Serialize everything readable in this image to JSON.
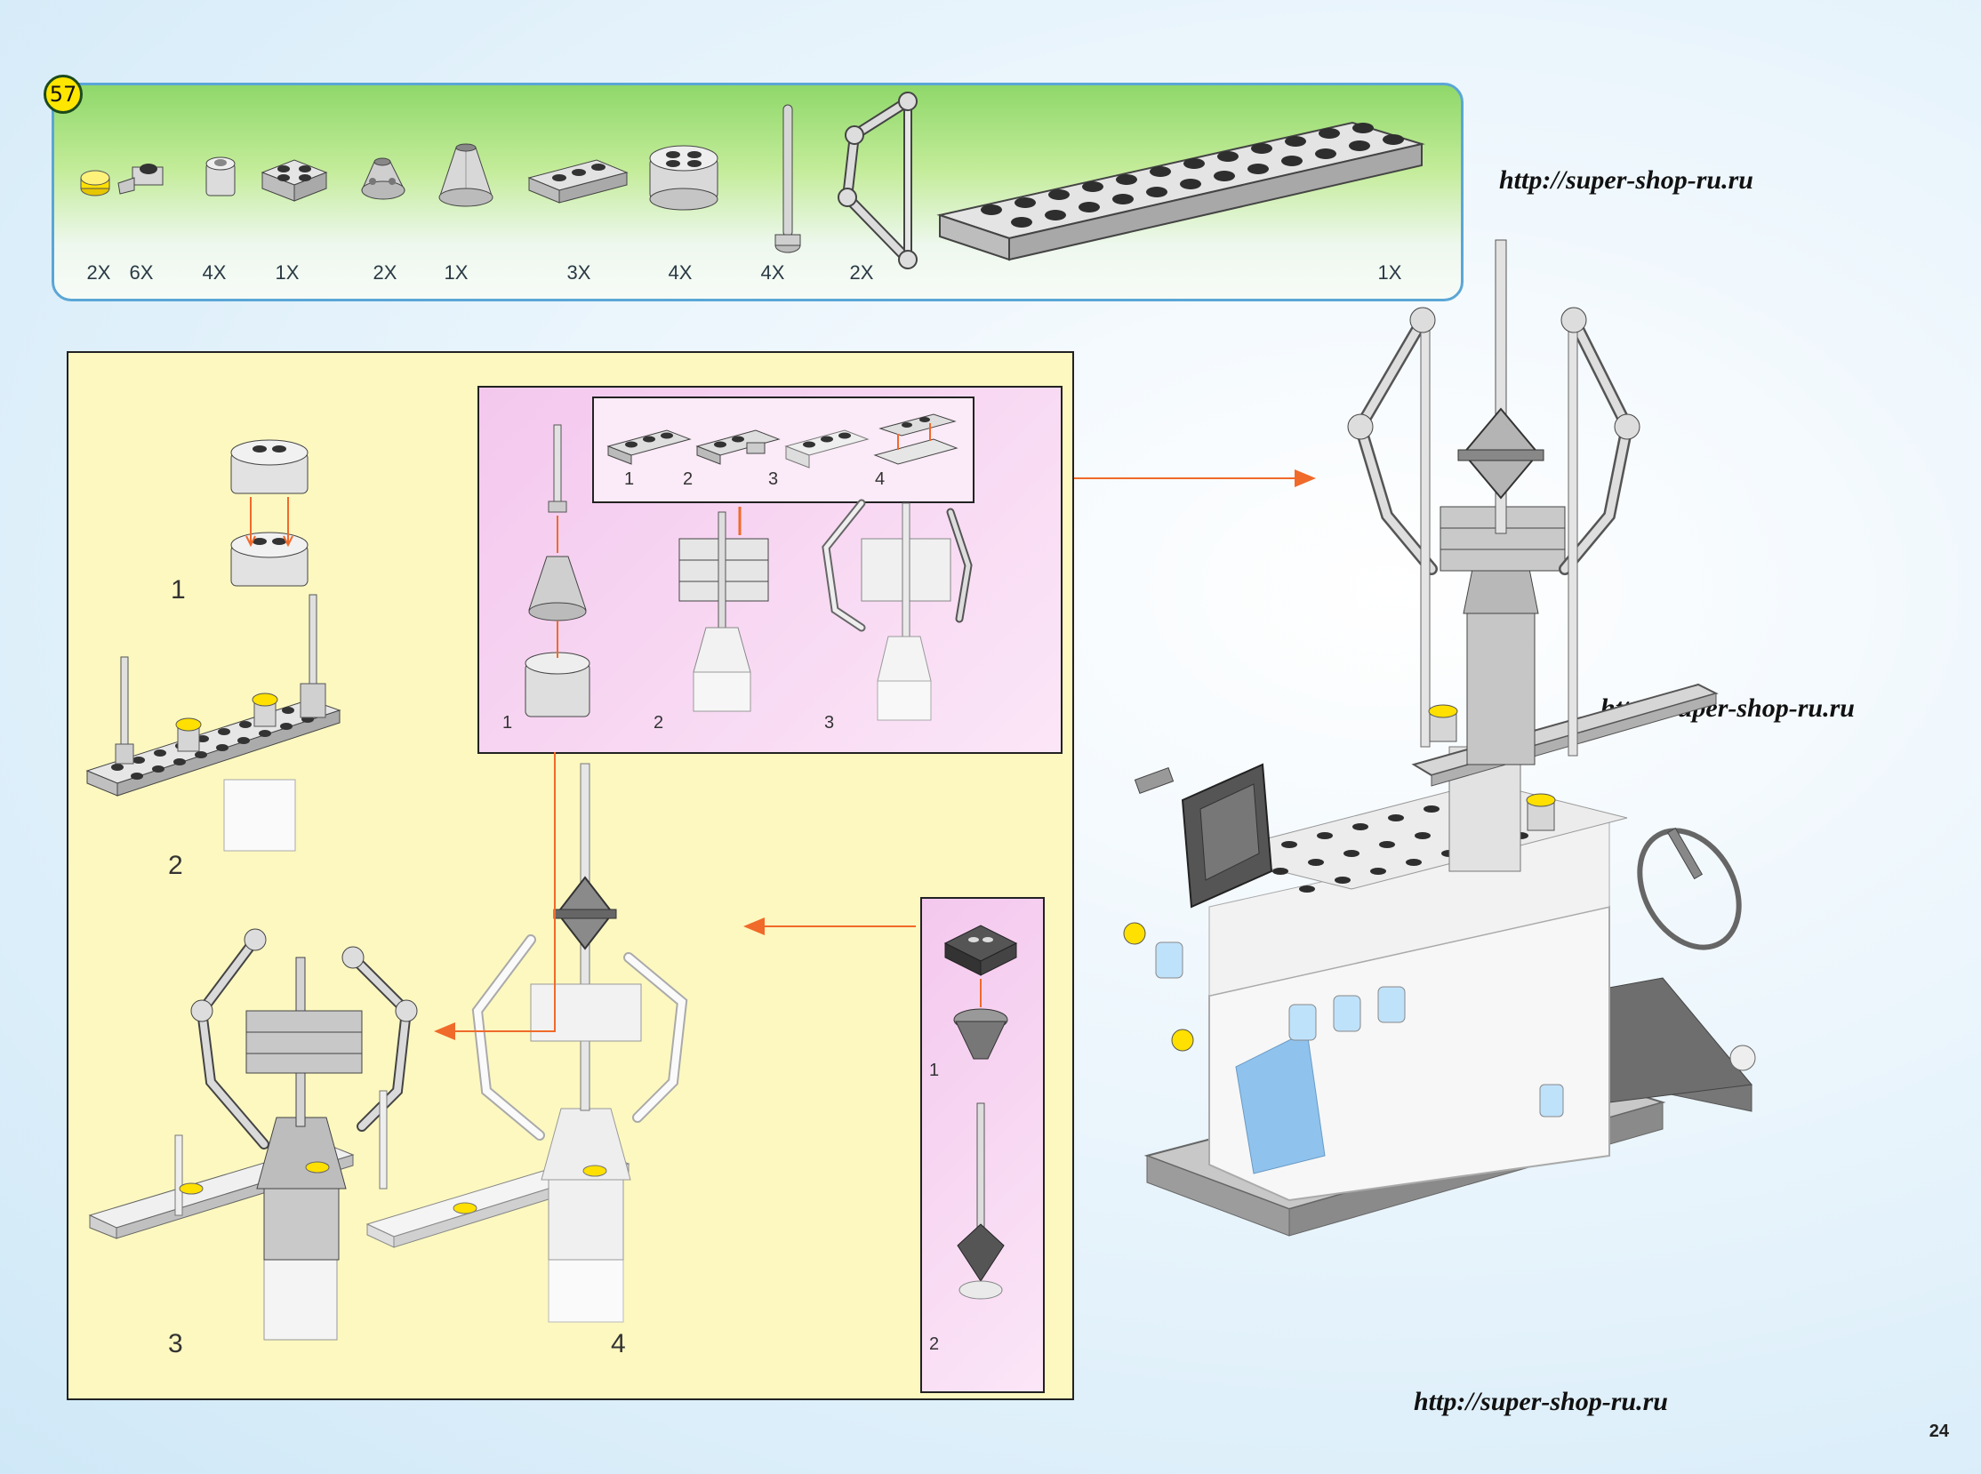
{
  "step": {
    "number": "57"
  },
  "parts": [
    {
      "name": "yellow-round-stud",
      "qty": "2X"
    },
    {
      "name": "clip-plate",
      "qty": "6X"
    },
    {
      "name": "round-brick-1x1",
      "qty": "4X"
    },
    {
      "name": "plate-2x2",
      "qty": "1X"
    },
    {
      "name": "cone-1x1",
      "qty": "2X"
    },
    {
      "name": "cone-2x2",
      "qty": "1X"
    },
    {
      "name": "plate-1x3",
      "qty": "3X"
    },
    {
      "name": "round-brick-2x2",
      "qty": "4X"
    },
    {
      "name": "antenna",
      "qty": "4X"
    },
    {
      "name": "bar-frame",
      "qty": "2X"
    },
    {
      "name": "plate-2x12",
      "qty": "1X"
    }
  ],
  "watermarks": [
    "http://super-shop-ru.ru",
    "http://super-shop-ru.ru",
    "http://super-shop-ru.ru"
  ],
  "substeps": [
    "1",
    "2",
    "3",
    "4"
  ],
  "pink_main": {
    "labels": [
      "1",
      "2",
      "3"
    ],
    "inset_labels": [
      "1",
      "2",
      "3",
      "4"
    ]
  },
  "pink_small": {
    "labels": [
      "1",
      "2"
    ]
  },
  "page": {
    "number": "24"
  },
  "colors": {
    "parts_border": "#5aa6d6",
    "panel_yellow": "#fcf8c0",
    "panel_pink": "#f4c8ee",
    "arrow": "#f06a2a",
    "step_badge": "#ffe600"
  }
}
